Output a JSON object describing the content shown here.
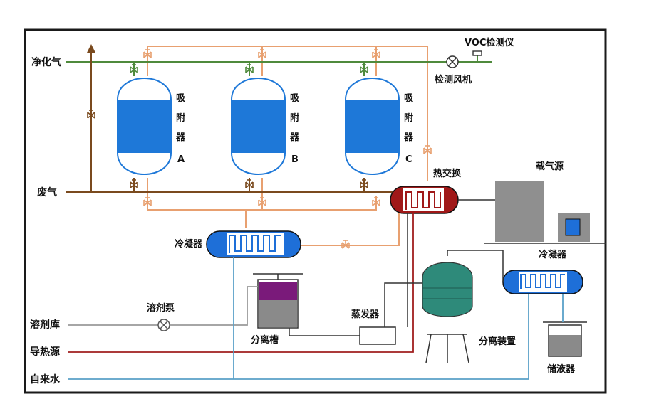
{
  "labels": {
    "clean_gas": "净化气",
    "waste_gas": "废气",
    "voc_detector": "VOC检测仪",
    "detect_fan": "检测风机",
    "adsorber_a": [
      "吸",
      "附",
      "器",
      "A"
    ],
    "adsorber_b": [
      "吸",
      "附",
      "器",
      "B"
    ],
    "adsorber_c": [
      "吸",
      "附",
      "器",
      "C"
    ],
    "heat_exchanger": "热交换",
    "carrier_gas_source": "载气源",
    "condenser_left": "冷凝器",
    "condenser_right": "冷凝器",
    "solvent_pump": "溶剂泵",
    "solvent_tank": "溶剂库",
    "heat_medium": "导热源",
    "tap_water": "自来水",
    "separation_tank": "分离槽",
    "evaporator": "蒸发器",
    "separator": "分离装置",
    "storage": "储液器"
  },
  "colors": {
    "frame": "#1a1a1a",
    "green_line": "#4f8a3c",
    "brown_line": "#7a4a1e",
    "orange_line": "#e8a070",
    "blue_line": "#5aa0c8",
    "red_line": "#a01e1e",
    "gray_line": "#9a9a9a",
    "dark_line": "#333333",
    "adsorber_fill": "#1e78d8",
    "condenser_fill": "#1e6fd8",
    "heat_exchanger_fill": "#a01818",
    "separator_fill": "#2e8a7a",
    "separation_tank_top": "#7a1a7a",
    "separation_tank_bottom": "#8a8a8a",
    "carrier_gray": "#8f8f8f",
    "carrier_blue": "#1e6fd8"
  },
  "icons": [
    "valve-icon",
    "fan-icon",
    "pump-icon",
    "arrow-up-icon"
  ]
}
